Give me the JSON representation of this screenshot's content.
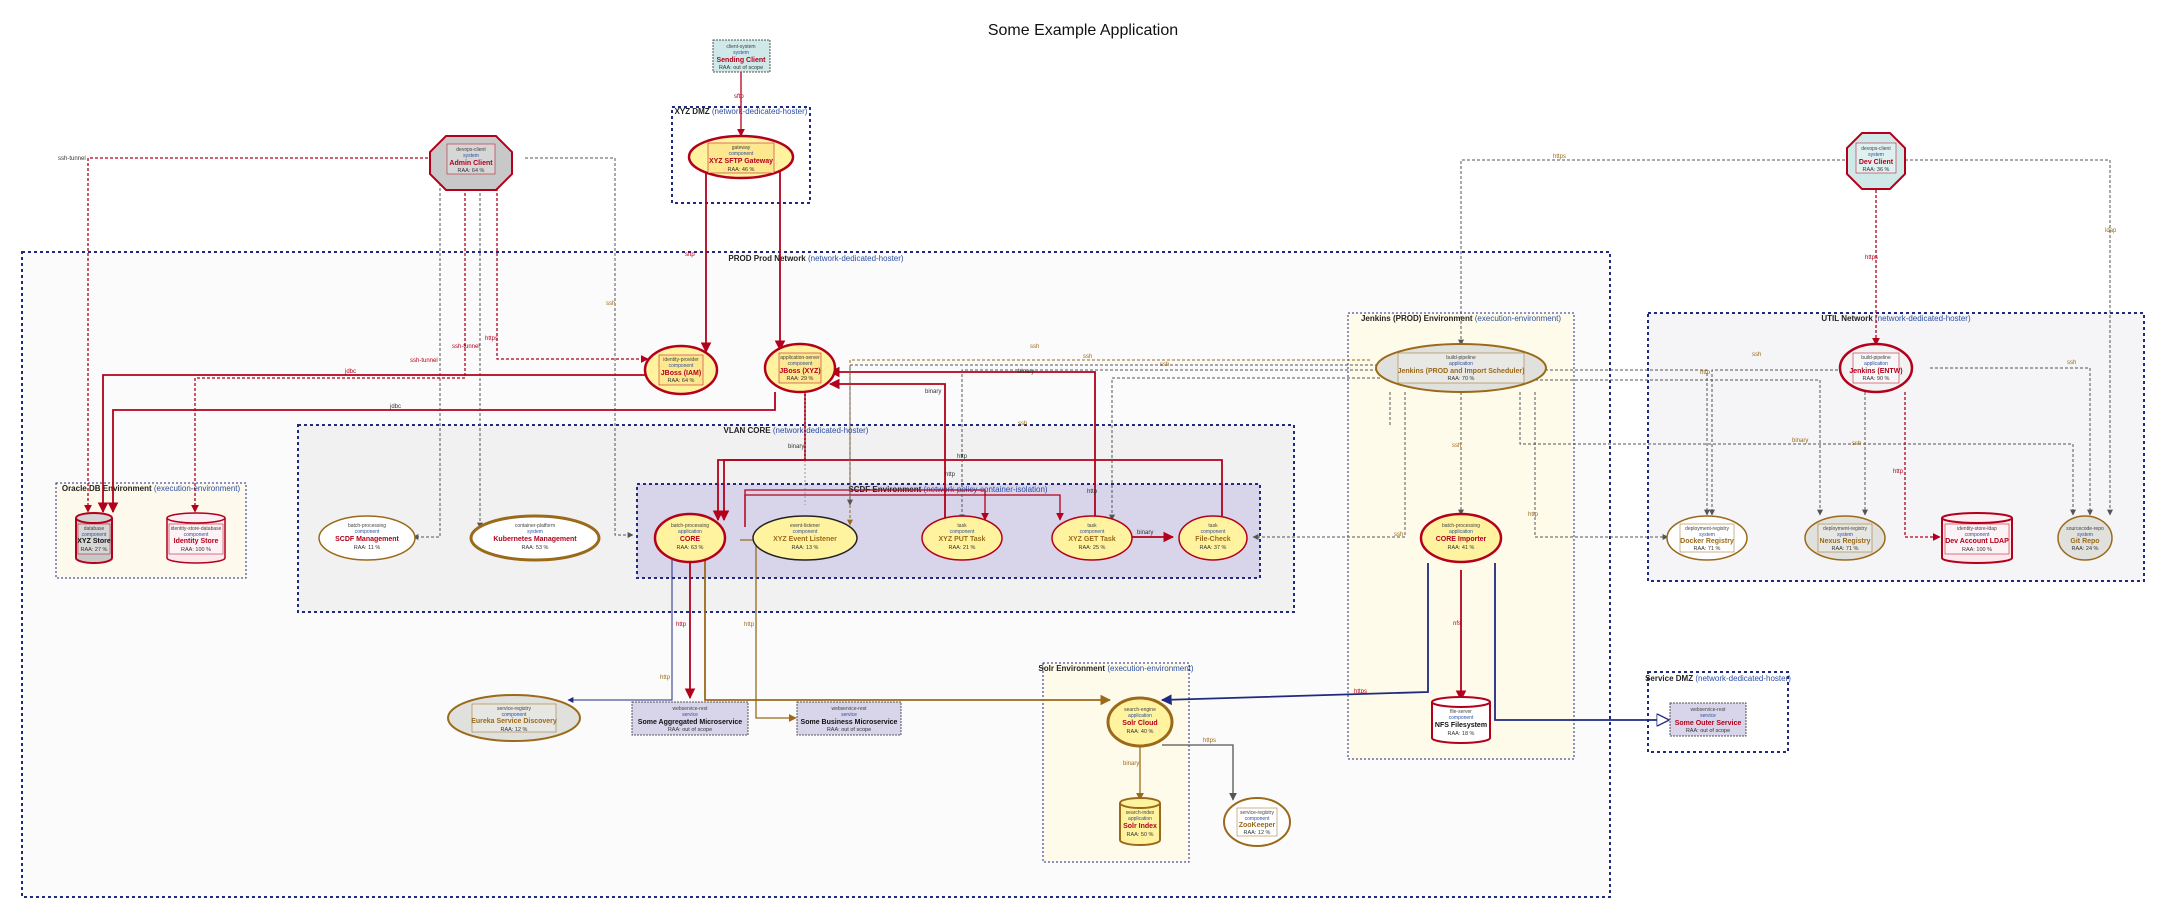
{
  "title": "Some Example Application",
  "colors": {
    "red": "#b3001b",
    "blue": "#1f2a80",
    "gold": "#9a6a1a",
    "gray": "#555555",
    "yellow_fill": "#fff3a0",
    "gray_fill": "#e6e6e6",
    "tan_fill": "#fdf5e6",
    "cyan_fill": "#cfe8e8",
    "lavender_fill": "#d8d4ea"
  },
  "groups": [
    {
      "id": "xyz-dmz",
      "title": "XYZ DMZ",
      "subtitle": "(network-dedicated-hoster)"
    },
    {
      "id": "prod",
      "title": "PROD Prod Network",
      "subtitle": "(network-dedicated-hoster)"
    },
    {
      "id": "vlan-core",
      "title": "VLAN CORE",
      "subtitle": "(network-dedicated-hoster)"
    },
    {
      "id": "scdf-env",
      "title": "SCDF Environment",
      "subtitle": "(network-policy-container-isolation)"
    },
    {
      "id": "oracle-env",
      "title": "Oracle DB Environment",
      "subtitle": "(execution-environment)"
    },
    {
      "id": "jenkins-env",
      "title": "Jenkins (PROD) Environment",
      "subtitle": "(execution-environment)"
    },
    {
      "id": "util",
      "title": "UTIL Network",
      "subtitle": "(network-dedicated-hoster)"
    },
    {
      "id": "solr-env",
      "title": "Solr Environment",
      "subtitle": "(execution-environment)"
    },
    {
      "id": "service-dmz",
      "title": "Service DMZ",
      "subtitle": "(network-dedicated-hoster)"
    }
  ],
  "nodes": [
    {
      "id": "sending-client",
      "type": "client-system",
      "tech": "system",
      "name": "Sending Client",
      "raa": "RAA: out of scope"
    },
    {
      "id": "sftp-gw",
      "type": "gateway",
      "tech": "component",
      "name": "XYZ SFTP Gateway",
      "raa": "RAA: 46 %"
    },
    {
      "id": "admin-client",
      "type": "devops-client",
      "tech": "system",
      "name": "Admin Client",
      "raa": "RAA: 64 %"
    },
    {
      "id": "dev-client",
      "type": "devops-client",
      "tech": "system",
      "name": "Dev Client",
      "raa": "RAA: 36 %"
    },
    {
      "id": "jboss-iam",
      "type": "identity-provider",
      "tech": "component",
      "name": "JBoss (IAM)",
      "raa": "RAA: 64 %"
    },
    {
      "id": "jboss-xyz",
      "type": "application-server",
      "tech": "component",
      "name": "JBoss (XYZ)",
      "raa": "RAA: 29 %"
    },
    {
      "id": "jenkins-prod",
      "type": "build-pipeline",
      "tech": "application",
      "name": "Jenkins (PROD and Import Scheduler)",
      "raa": "RAA: 70 %"
    },
    {
      "id": "jenkins-entw",
      "type": "build-pipeline",
      "tech": "application",
      "name": "Jenkins (ENTW)",
      "raa": "RAA: 90 %"
    },
    {
      "id": "xyz-store",
      "type": "database",
      "tech": "component",
      "name": "XYZ Store",
      "raa": "RAA: 27 %"
    },
    {
      "id": "identity-store",
      "type": "identity-store-database",
      "tech": "component",
      "name": "Identity Store",
      "raa": "RAA: 100 %"
    },
    {
      "id": "scdf-mgmt",
      "type": "batch-processing",
      "tech": "component",
      "name": "SCDF Management",
      "raa": "RAA: 11 %"
    },
    {
      "id": "k8s-mgmt",
      "type": "container-platform",
      "tech": "system",
      "name": "Kubernetes Management",
      "raa": "RAA: 53 %"
    },
    {
      "id": "core",
      "type": "batch-processing",
      "tech": "application",
      "name": "CORE",
      "raa": "RAA: 63 %"
    },
    {
      "id": "event-listener",
      "type": "event-listener",
      "tech": "component",
      "name": "XYZ Event Listener",
      "raa": "RAA: 13 %"
    },
    {
      "id": "put-task",
      "type": "task",
      "tech": "component",
      "name": "XYZ PUT Task",
      "raa": "RAA: 21 %"
    },
    {
      "id": "get-task",
      "type": "task",
      "tech": "component",
      "name": "XYZ GET Task",
      "raa": "RAA: 25 %"
    },
    {
      "id": "file-check",
      "type": "task",
      "tech": "component",
      "name": "File-Check",
      "raa": "RAA: 37 %"
    },
    {
      "id": "core-importer",
      "type": "batch-processing",
      "tech": "application",
      "name": "CORE Importer",
      "raa": "RAA: 41 %"
    },
    {
      "id": "nfs",
      "type": "file-server",
      "tech": "component",
      "name": "NFS Filesystem",
      "raa": "RAA: 18 %"
    },
    {
      "id": "docker-reg",
      "type": "deployment-registry",
      "tech": "system",
      "name": "Docker Registry",
      "raa": "RAA: 71 %"
    },
    {
      "id": "nexus-reg",
      "type": "deployment-registry",
      "tech": "system",
      "name": "Nexus Registry",
      "raa": "RAA: 71 %"
    },
    {
      "id": "dev-ldap",
      "type": "identity-store-ldap",
      "tech": "component",
      "name": "Dev Account LDAP",
      "raa": "RAA: 100 %"
    },
    {
      "id": "git-repo",
      "type": "sourcecode-repo",
      "tech": "system",
      "name": "Git Repo",
      "raa": "RAA: 24 %"
    },
    {
      "id": "eureka",
      "type": "service-registry",
      "tech": "component",
      "name": "Eureka Service Discovery",
      "raa": "RAA: 12 %"
    },
    {
      "id": "agg-ms",
      "type": "webservice-rest",
      "tech": "service",
      "name": "Some Aggregated Microservice",
      "raa": "RAA: out of scope"
    },
    {
      "id": "biz-ms",
      "type": "webservice-rest",
      "tech": "service",
      "name": "Some Business Microservice",
      "raa": "RAA: out of scope"
    },
    {
      "id": "solr-cloud",
      "type": "search-engine",
      "tech": "application",
      "name": "Solr Cloud",
      "raa": "RAA: 40 %"
    },
    {
      "id": "solr-index",
      "type": "search-index",
      "tech": "application",
      "name": "Solr Index",
      "raa": "RAA: 50 %"
    },
    {
      "id": "zookeeper",
      "type": "service-registry",
      "tech": "component",
      "name": "ZooKeeper",
      "raa": "RAA: 12 %"
    },
    {
      "id": "outer-service",
      "type": "webservice-rest",
      "tech": "service",
      "name": "Some Outer Service",
      "raa": "RAA: out of scope"
    }
  ],
  "edges": [
    {
      "id": "e-sftp",
      "label": "sftp"
    },
    {
      "id": "e-sftp2",
      "label": "sftp"
    },
    {
      "id": "e-ssh-tunnel-1",
      "label": "ssh-tunnel"
    },
    {
      "id": "e-ssh-tunnel-2",
      "label": "ssh-tunnel"
    },
    {
      "id": "e-ssh-tunnel-3",
      "label": "ssh-tunnel"
    },
    {
      "id": "e-https-admin",
      "label": "https"
    },
    {
      "id": "e-ssh-admin",
      "label": "ssh"
    },
    {
      "id": "e-jdbc-1",
      "label": "jdbc"
    },
    {
      "id": "e-jdbc-2",
      "label": "jdbc"
    },
    {
      "id": "e-binary-1",
      "label": "binary"
    },
    {
      "id": "e-binary-2",
      "label": "binary"
    },
    {
      "id": "e-binary-3",
      "label": "binary"
    },
    {
      "id": "e-binary-4",
      "label": "binary"
    },
    {
      "id": "e-http-1",
      "label": "http"
    },
    {
      "id": "e-http-2",
      "label": "http"
    },
    {
      "id": "e-http-3",
      "label": "http"
    },
    {
      "id": "e-http-4",
      "label": "http"
    },
    {
      "id": "e-http-5",
      "label": "http"
    },
    {
      "id": "e-http-6",
      "label": "http"
    },
    {
      "id": "e-ssh-j1",
      "label": "ssh"
    },
    {
      "id": "e-ssh-j2",
      "label": "ssh"
    },
    {
      "id": "e-ssh-j3",
      "label": "ssh"
    },
    {
      "id": "e-ssh-j4",
      "label": "ssh"
    },
    {
      "id": "e-ssh-j5",
      "label": "ssh"
    },
    {
      "id": "e-ssh-j6",
      "label": "ssh"
    },
    {
      "id": "e-nfs",
      "label": "nfs"
    },
    {
      "id": "e-https-j1",
      "label": "https"
    },
    {
      "id": "e-https-dev1",
      "label": "https"
    },
    {
      "id": "e-https-dev2",
      "label": "https"
    },
    {
      "id": "e-ssh-dev",
      "label": "ssh"
    },
    {
      "id": "e-ldap",
      "label": "ldap"
    },
    {
      "id": "e-http-u1",
      "label": "http"
    },
    {
      "id": "e-http-u2",
      "label": "http"
    },
    {
      "id": "e-http-u3",
      "label": "http"
    },
    {
      "id": "e-ssh-u1",
      "label": "ssh"
    },
    {
      "id": "e-ssh-u2",
      "label": "ssh"
    },
    {
      "id": "e-binary-solr1",
      "label": "binary"
    },
    {
      "id": "e-binary-solr2",
      "label": "binary"
    },
    {
      "id": "e-https-outer",
      "label": "https"
    }
  ]
}
